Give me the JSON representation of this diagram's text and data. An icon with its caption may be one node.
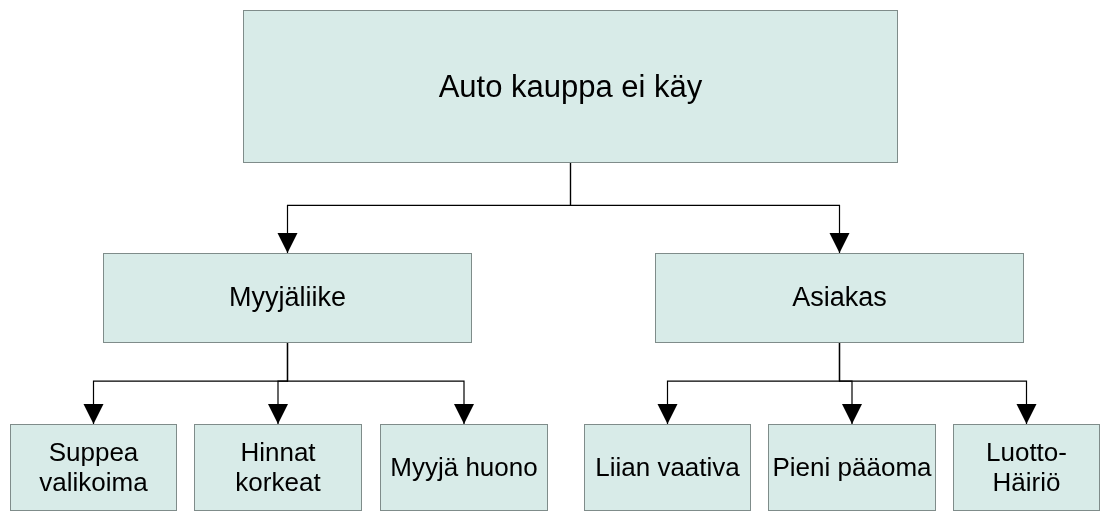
{
  "diagram": {
    "nodes": [
      {
        "text": [
          "Auto kauppa ei käy"
        ]
      },
      {
        "text": [
          "Myyjäliike"
        ]
      },
      {
        "text": [
          "Asiakas"
        ]
      },
      {
        "text": [
          "Suppea valikoima"
        ]
      },
      {
        "text": [
          "Hinnat korkeat"
        ]
      },
      {
        "text": [
          "Myyjä huono"
        ]
      },
      {
        "text": [
          "Liian vaativa"
        ]
      },
      {
        "text": [
          "Pieni pääoma"
        ]
      },
      {
        "text": [
          "Luotto-Häiriö"
        ]
      }
    ],
    "edges": [
      {
        "from": 0,
        "to": 1,
        "arrow": "to"
      },
      {
        "from": 0,
        "to": 2,
        "arrow": "to"
      },
      {
        "from": 1,
        "to": 3,
        "arrow": "to"
      },
      {
        "from": 1,
        "to": 4,
        "arrow": "to"
      },
      {
        "from": 1,
        "to": 5,
        "arrow": "to"
      },
      {
        "from": 2,
        "to": 6,
        "arrow": "to"
      },
      {
        "from": 2,
        "to": 7,
        "arrow": "to"
      },
      {
        "from": 2,
        "to": 8,
        "arrow": "to"
      }
    ]
  }
}
